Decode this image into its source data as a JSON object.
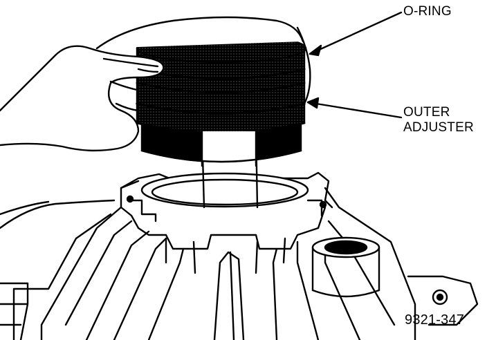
{
  "figure": {
    "labels": {
      "o_ring": "O-RING",
      "outer_adjuster_line1": "OUTER",
      "outer_adjuster_line2": "ADJUSTER"
    },
    "figure_number": "9321-347"
  },
  "colors": {
    "ink": "#000000",
    "paper": "#ffffff",
    "shade": "#7a7a7a"
  }
}
